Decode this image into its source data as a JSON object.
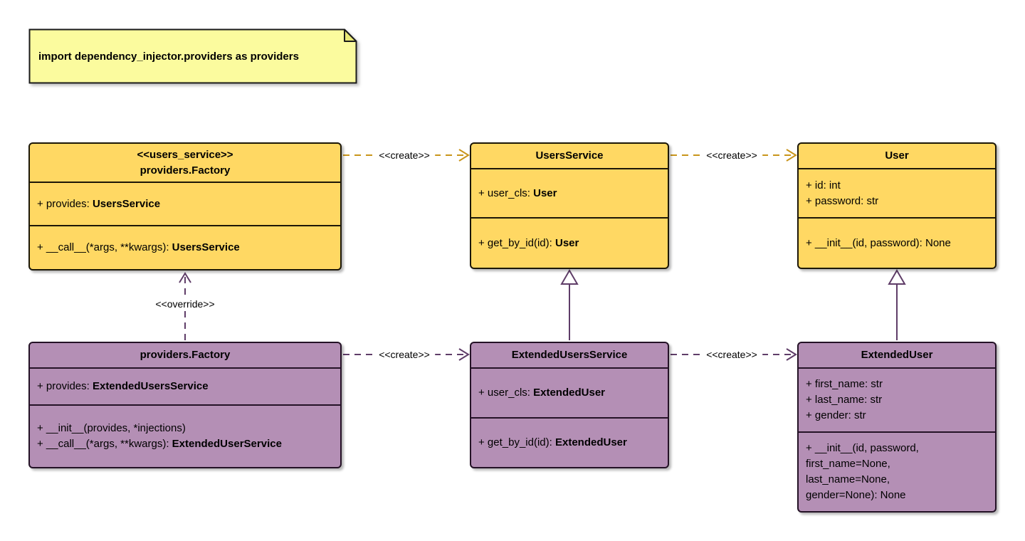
{
  "note": {
    "text": "import dependency_injector.providers as providers"
  },
  "edges": {
    "create_top_left": "<<create>>",
    "create_top_right": "<<create>>",
    "override": "<<override>>",
    "create_bottom_left": "<<create>>",
    "create_bottom_right": "<<create>>"
  },
  "colors": {
    "yellow_class_fill": "#FFD863",
    "yellow_class_border": "#1C1708",
    "purple_class_fill": "#B48FB5",
    "purple_class_border": "#241226",
    "note_fill": "#FBFB9E",
    "note_fold_fill": "#E9E977",
    "create_arrow_yellow": "#C9951B",
    "arrow_purple": "#5F3D68"
  },
  "classes": {
    "users_factory": {
      "stereotype": "<<users_service>>",
      "name": "providers.Factory",
      "attrs": [
        {
          "pre": "+ provides: ",
          "type": "UsersService"
        }
      ],
      "methods": [
        {
          "pre": "+ __call__(*args, **kwargs): ",
          "type": "UsersService"
        }
      ]
    },
    "users_service": {
      "name": "UsersService",
      "attrs": [
        {
          "pre": "+ user_cls: ",
          "type": "User"
        }
      ],
      "methods": [
        {
          "pre": "+ get_by_id(id): ",
          "type": "User"
        }
      ]
    },
    "user": {
      "name": "User",
      "attrs": [
        {
          "pre": "+ id: int"
        },
        {
          "pre": "+ password: str"
        }
      ],
      "methods": [
        {
          "pre": "+ __init__(id, password): None"
        }
      ]
    },
    "extended_factory": {
      "name": "providers.Factory",
      "attrs": [
        {
          "pre": "+ provides: ",
          "type": "ExtendedUsersService"
        }
      ],
      "methods": [
        {
          "pre": "+ __init__(provides, *injections)"
        },
        {
          "pre": "+ __call__(*args, **kwargs): ",
          "type": "ExtendedUserService"
        }
      ]
    },
    "extended_users_service": {
      "name": "ExtendedUsersService",
      "attrs": [
        {
          "pre": "+ user_cls: ",
          "type": "ExtendedUser"
        }
      ],
      "methods": [
        {
          "pre": "+ get_by_id(id): ",
          "type": "ExtendedUser"
        }
      ]
    },
    "extended_user": {
      "name": "ExtendedUser",
      "attrs": [
        {
          "pre": "+ first_name: str"
        },
        {
          "pre": "+ last_name: str"
        },
        {
          "pre": "+ gender: str"
        }
      ],
      "methods": [
        {
          "pre": "+ __init__(id, password,\nfirst_name=None,\nlast_name=None,\ngender=None): None"
        }
      ]
    }
  }
}
